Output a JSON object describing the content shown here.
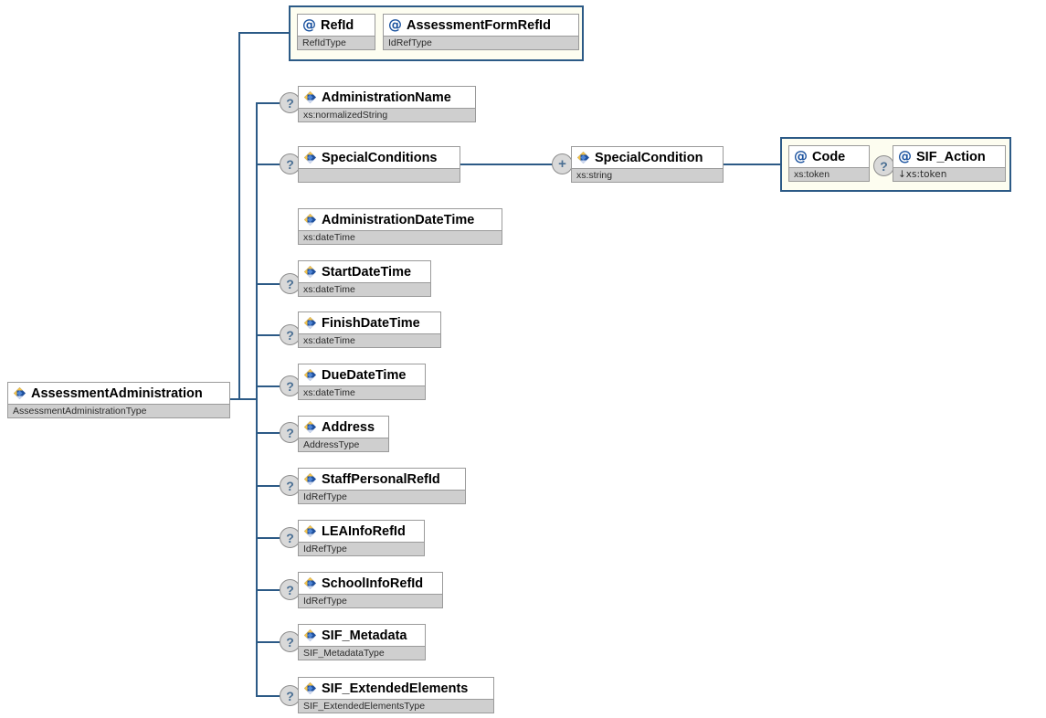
{
  "diagram": {
    "kind": "xml-schema-element-diagram",
    "root": {
      "name": "AssessmentAdministration",
      "type": "AssessmentAdministrationType",
      "icon": "element-icon"
    },
    "attribute_group_root": {
      "attributes": [
        {
          "name": "RefId",
          "type": "RefIdType",
          "icon": "attribute-icon",
          "optional": false
        },
        {
          "name": "AssessmentFormRefId",
          "type": "IdRefType",
          "icon": "attribute-icon",
          "optional": false
        }
      ]
    },
    "children": [
      {
        "name": "AdministrationName",
        "type": "xs:normalizedString",
        "optional": true,
        "icon": "element-icon"
      },
      {
        "name": "SpecialConditions",
        "type": "",
        "optional": true,
        "icon": "element-icon"
      },
      {
        "name": "AdministrationDateTime",
        "type": "xs:dateTime",
        "optional": false,
        "icon": "element-icon"
      },
      {
        "name": "StartDateTime",
        "type": "xs:dateTime",
        "optional": true,
        "icon": "element-icon"
      },
      {
        "name": "FinishDateTime",
        "type": "xs:dateTime",
        "optional": true,
        "icon": "element-icon"
      },
      {
        "name": "DueDateTime",
        "type": "xs:dateTime",
        "optional": true,
        "icon": "element-icon"
      },
      {
        "name": "Address",
        "type": "AddressType",
        "optional": true,
        "icon": "element-icon"
      },
      {
        "name": "StaffPersonalRefId",
        "type": "IdRefType",
        "optional": true,
        "icon": "element-icon"
      },
      {
        "name": "LEAInfoRefId",
        "type": "IdRefType",
        "optional": true,
        "icon": "element-icon"
      },
      {
        "name": "SchoolInfoRefId",
        "type": "IdRefType",
        "optional": true,
        "icon": "element-icon"
      },
      {
        "name": "SIF_Metadata",
        "type": "SIF_MetadataType",
        "optional": true,
        "icon": "element-icon"
      },
      {
        "name": "SIF_ExtendedElements",
        "type": "SIF_ExtendedElementsType",
        "optional": true,
        "icon": "element-icon"
      }
    ],
    "special_condition": {
      "name": "SpecialCondition",
      "type": "xs:string",
      "occurrence_marker": "+",
      "icon": "element-icon"
    },
    "special_condition_attributes": [
      {
        "name": "Code",
        "type": "xs:token",
        "icon": "attribute-icon",
        "optional": false
      },
      {
        "name": "SIF_Action",
        "type": "↓xs:token",
        "icon": "attribute-icon",
        "optional": true
      }
    ],
    "markers": {
      "optional": "?",
      "repeating": "+"
    },
    "colors": {
      "connector": "#2c5a86",
      "group_background": "#fdfdf0",
      "group_border": "#2c5a86",
      "node_border": "#9a9a9a",
      "type_background": "#cfcfcf",
      "marker_background": "#d9d9d9",
      "marker_text": "#4a6f93",
      "attribute_icon": "#19519e"
    }
  }
}
